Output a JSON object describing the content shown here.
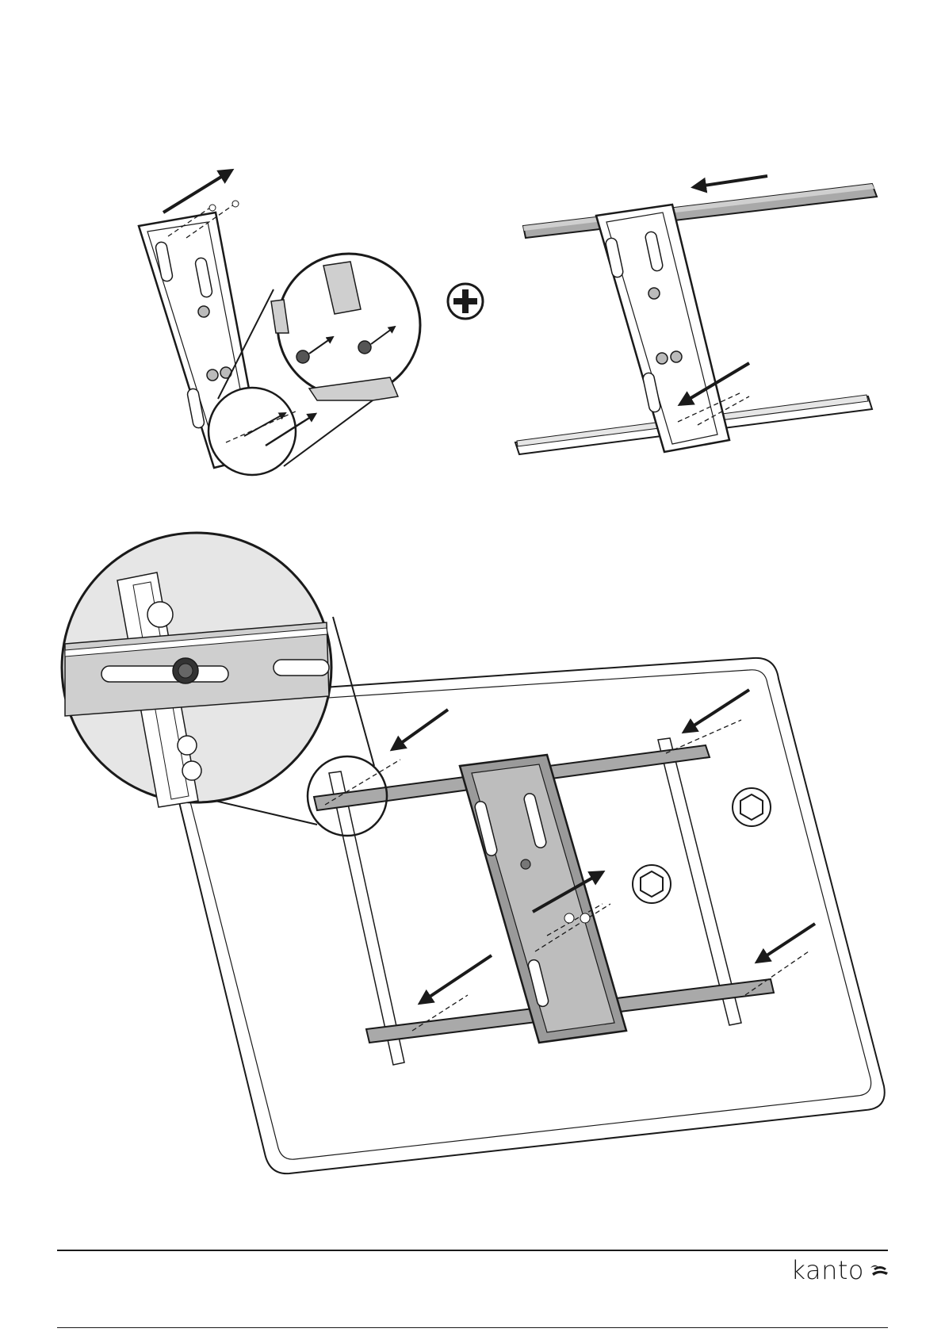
{
  "document": {
    "footer": {
      "brand_name": "kanto",
      "brand_mark_icon": "kanto-bird-logo",
      "rule_color": "#1a1a1a"
    },
    "illustrations": [
      {
        "name": "bracket-assembly-step",
        "icons": [
          "bracket-plate",
          "zoom-detail-circle",
          "arrow-icon"
        ]
      },
      {
        "name": "screwdriver-tool",
        "icon": "phillips-screwdriver-icon"
      },
      {
        "name": "rails-attached-step",
        "icons": [
          "horizontal-rail",
          "vertical-bracket",
          "arrow-icon"
        ]
      },
      {
        "name": "tv-mounting-step",
        "icons": [
          "tv-back-panel",
          "zoom-detail-circle",
          "arrow-icon",
          "hex-screw-icon"
        ]
      }
    ],
    "colors": {
      "line": "#1a1a1a",
      "metal_fill": "#d9d9d9",
      "dark_metal": "#9a9a9a",
      "background": "#ffffff"
    }
  }
}
